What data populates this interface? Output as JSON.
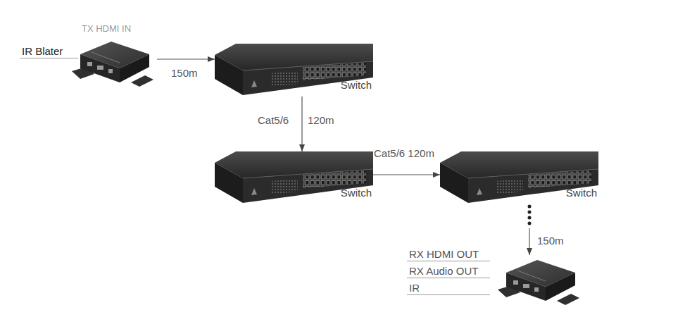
{
  "diagram": {
    "nodes": [
      {
        "text": [
          "TX HDMI IN",
          "IR Blater"
        ]
      },
      {
        "text": [
          "Switch"
        ]
      },
      {
        "text": [
          "Switch"
        ]
      },
      {
        "text": [
          "Switch"
        ]
      },
      {
        "text": [
          "RX HDMI OUT",
          "RX Audio OUT",
          "IR"
        ]
      }
    ],
    "edges": [
      {
        "from": 0,
        "to": 1,
        "arrow": "to",
        "label": "150m"
      },
      {
        "from": 1,
        "to": 2,
        "arrow": "to"
      },
      {
        "from": 2,
        "to": 3,
        "arrow": "to",
        "label": "Cat5/6 120m"
      },
      {
        "from": 3,
        "to": 4,
        "arrow": "to",
        "label": "150m"
      }
    ],
    "labels": [
      "Cat5/6",
      "120m"
    ]
  }
}
